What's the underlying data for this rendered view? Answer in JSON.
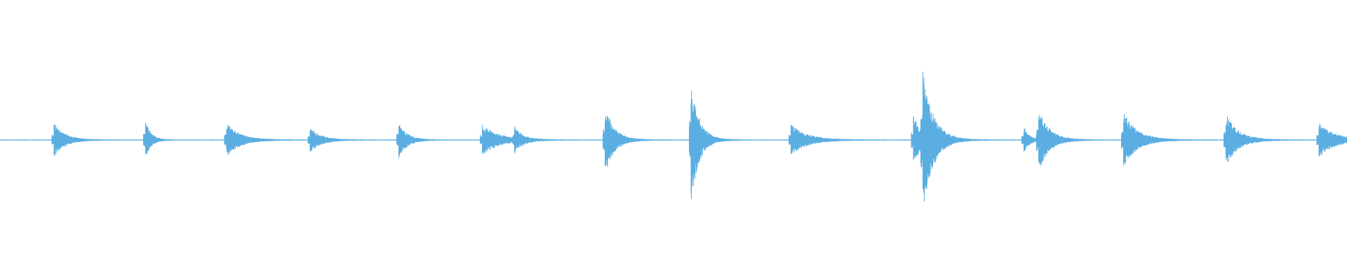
{
  "waveform": {
    "color": "#5aaee2",
    "background": "#ffffff",
    "amplitude_scale": [
      -1,
      1
    ],
    "bursts": [
      {
        "t": 0.04,
        "amp": 0.12,
        "decay": 0.008
      },
      {
        "t": 0.108,
        "amp": 0.14,
        "decay": 0.004
      },
      {
        "t": 0.168,
        "amp": 0.12,
        "decay": 0.01
      },
      {
        "t": 0.23,
        "amp": 0.09,
        "decay": 0.008
      },
      {
        "t": 0.296,
        "amp": 0.13,
        "decay": 0.006
      },
      {
        "t": 0.358,
        "amp": 0.11,
        "decay": 0.012
      },
      {
        "t": 0.382,
        "amp": 0.08,
        "decay": 0.006
      },
      {
        "t": 0.449,
        "amp": 0.24,
        "decay": 0.007
      },
      {
        "t": 0.513,
        "amp": 0.44,
        "decay": 0.006
      },
      {
        "t": 0.587,
        "amp": 0.11,
        "decay": 0.012
      },
      {
        "t": 0.678,
        "amp": 0.18,
        "decay": 0.006
      },
      {
        "t": 0.685,
        "amp": 0.46,
        "decay": 0.008
      },
      {
        "t": 0.76,
        "amp": 0.1,
        "decay": 0.004
      },
      {
        "t": 0.771,
        "amp": 0.22,
        "decay": 0.008
      },
      {
        "t": 0.834,
        "amp": 0.2,
        "decay": 0.01
      },
      {
        "t": 0.91,
        "amp": 0.19,
        "decay": 0.009
      },
      {
        "t": 0.979,
        "amp": 0.12,
        "decay": 0.012
      }
    ]
  }
}
